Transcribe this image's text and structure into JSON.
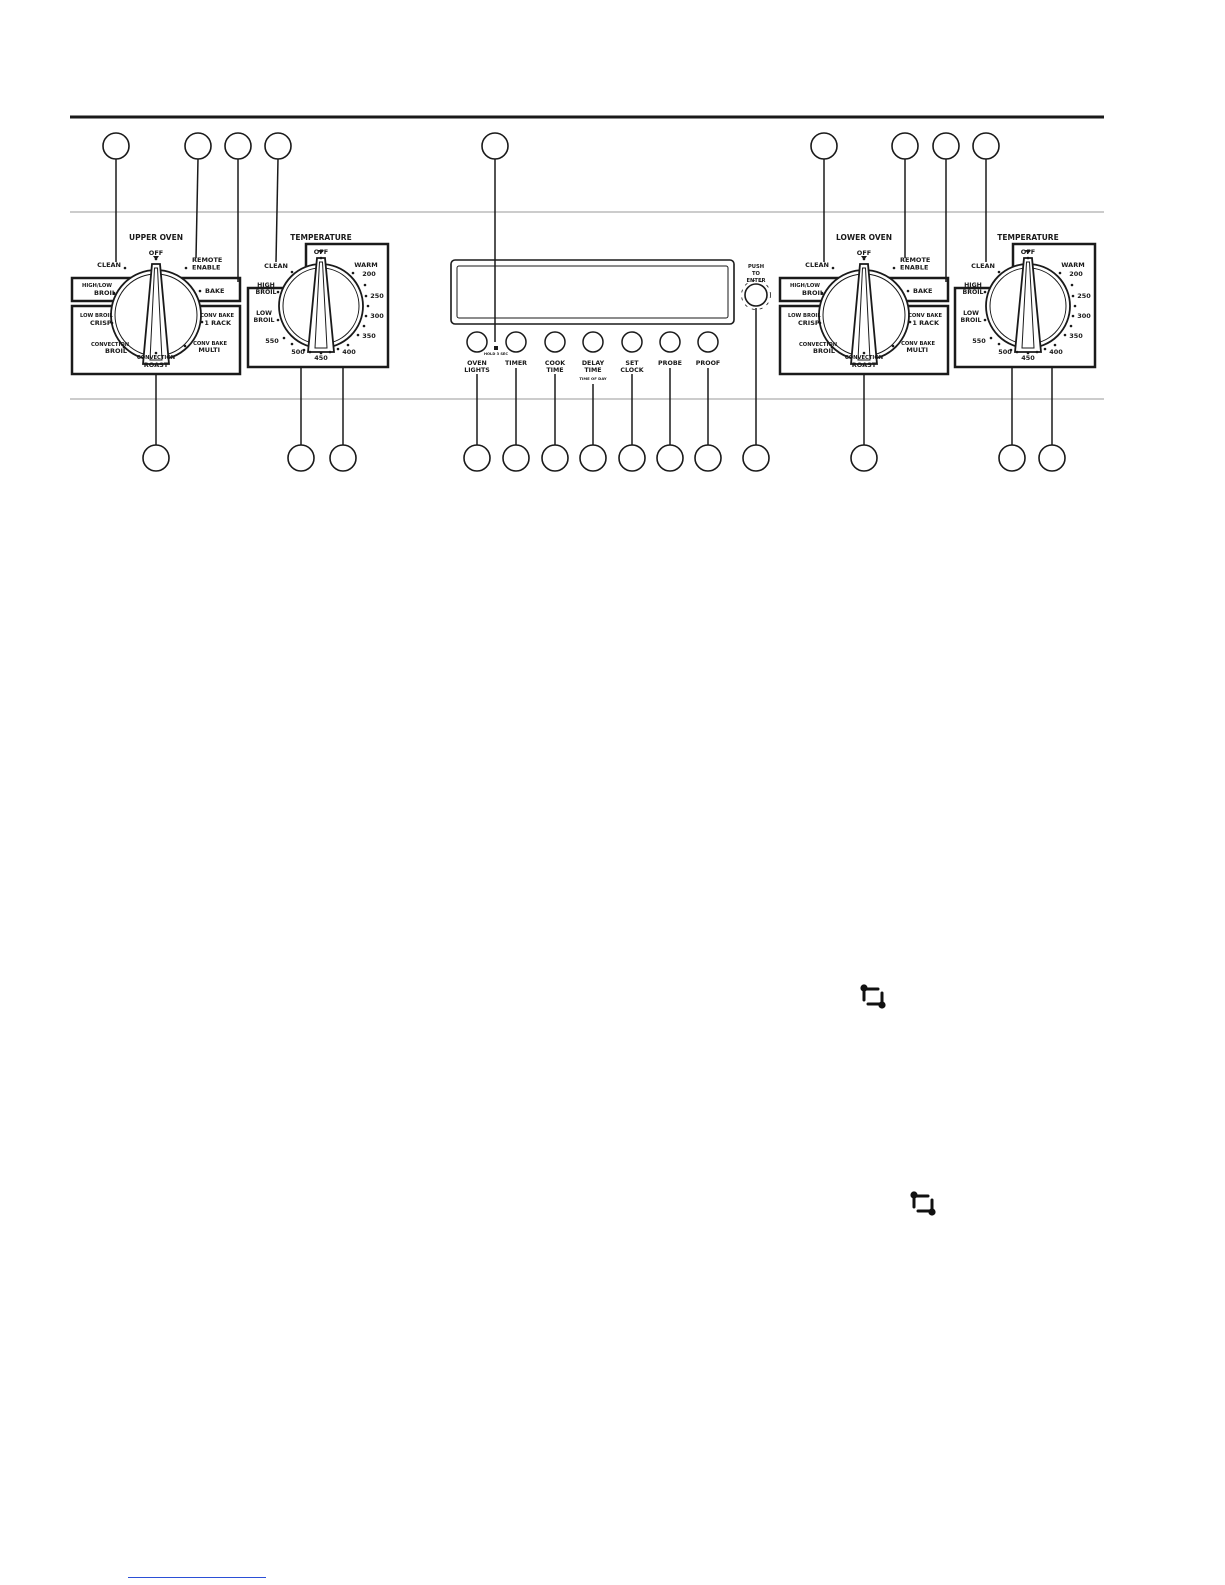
{
  "upper_mode": {
    "title": "UPPER OVEN",
    "labels": {
      "clean": "CLEAN",
      "off": "OFF",
      "remote": [
        "REMOTE",
        "ENABLE"
      ],
      "highlow": [
        "HIGH/LOW",
        "BROIL"
      ],
      "bake": "BAKE",
      "lowbroil": [
        "LOW BROIL",
        "CRISP"
      ],
      "conv1": [
        "CONV BAKE",
        "1 RACK"
      ],
      "convbroil": [
        "CONVECTION",
        "BROIL"
      ],
      "convmulti": [
        "CONV BAKE",
        "MULTI"
      ],
      "roast": [
        "CONVECTION",
        "ROAST"
      ]
    }
  },
  "lower_mode": {
    "title": "LOWER OVEN",
    "labels": {
      "clean": "CLEAN",
      "off": "OFF",
      "remote": [
        "REMOTE",
        "ENABLE"
      ],
      "highlow": [
        "HIGH/LOW",
        "BROIL"
      ],
      "bake": "BAKE",
      "lowbroil": [
        "LOW BROIL",
        "CRISP"
      ],
      "conv1": [
        "CONV BAKE",
        "1 RACK"
      ],
      "convbroil": [
        "CONVECTION",
        "BROIL"
      ],
      "convmulti": [
        "CONV BAKE",
        "MULTI"
      ],
      "roast": [
        "CONVECTION",
        "ROAST"
      ]
    }
  },
  "upper_temp": {
    "title": "TEMPERATURE",
    "labels": {
      "clean": "CLEAN",
      "off": "OFF",
      "warm": "WARM",
      "high": [
        "HIGH",
        "BROIL"
      ],
      "low": [
        "LOW",
        "BROIL"
      ],
      "t200": "200",
      "t250": "250",
      "t300": "300",
      "t350": "350",
      "t400": "400",
      "t450": "450",
      "t500": "500",
      "t550": "550"
    }
  },
  "lower_temp": {
    "title": "TEMPERATURE",
    "labels": {
      "clean": "CLEAN",
      "off": "OFF",
      "warm": "WARM",
      "high": [
        "HIGH",
        "BROIL"
      ],
      "low": [
        "LOW",
        "BROIL"
      ],
      "t200": "200",
      "t250": "250",
      "t300": "300",
      "t350": "350",
      "t400": "400",
      "t450": "450",
      "t500": "500",
      "t550": "550"
    }
  },
  "buttons": [
    {
      "id": "oven-lights",
      "label": [
        "OVEN",
        "LIGHTS"
      ]
    },
    {
      "id": "timer",
      "label": [
        "TIMER"
      ]
    },
    {
      "id": "cook-time",
      "label": [
        "COOK",
        "TIME"
      ]
    },
    {
      "id": "delay-time",
      "label": [
        "DELAY",
        "TIME"
      ],
      "sub": "TIME OF DAY"
    },
    {
      "id": "set-clock",
      "label": [
        "SET",
        "CLOCK"
      ]
    },
    {
      "id": "probe",
      "label": [
        "PROBE"
      ]
    },
    {
      "id": "proof",
      "label": [
        "PROOF"
      ]
    }
  ],
  "hold_label": "HOLD 3 SEC",
  "enter_label": [
    "PUSH",
    "TO",
    "ENTER"
  ],
  "icons": [
    "rotate-icon",
    "rotate-icon"
  ]
}
